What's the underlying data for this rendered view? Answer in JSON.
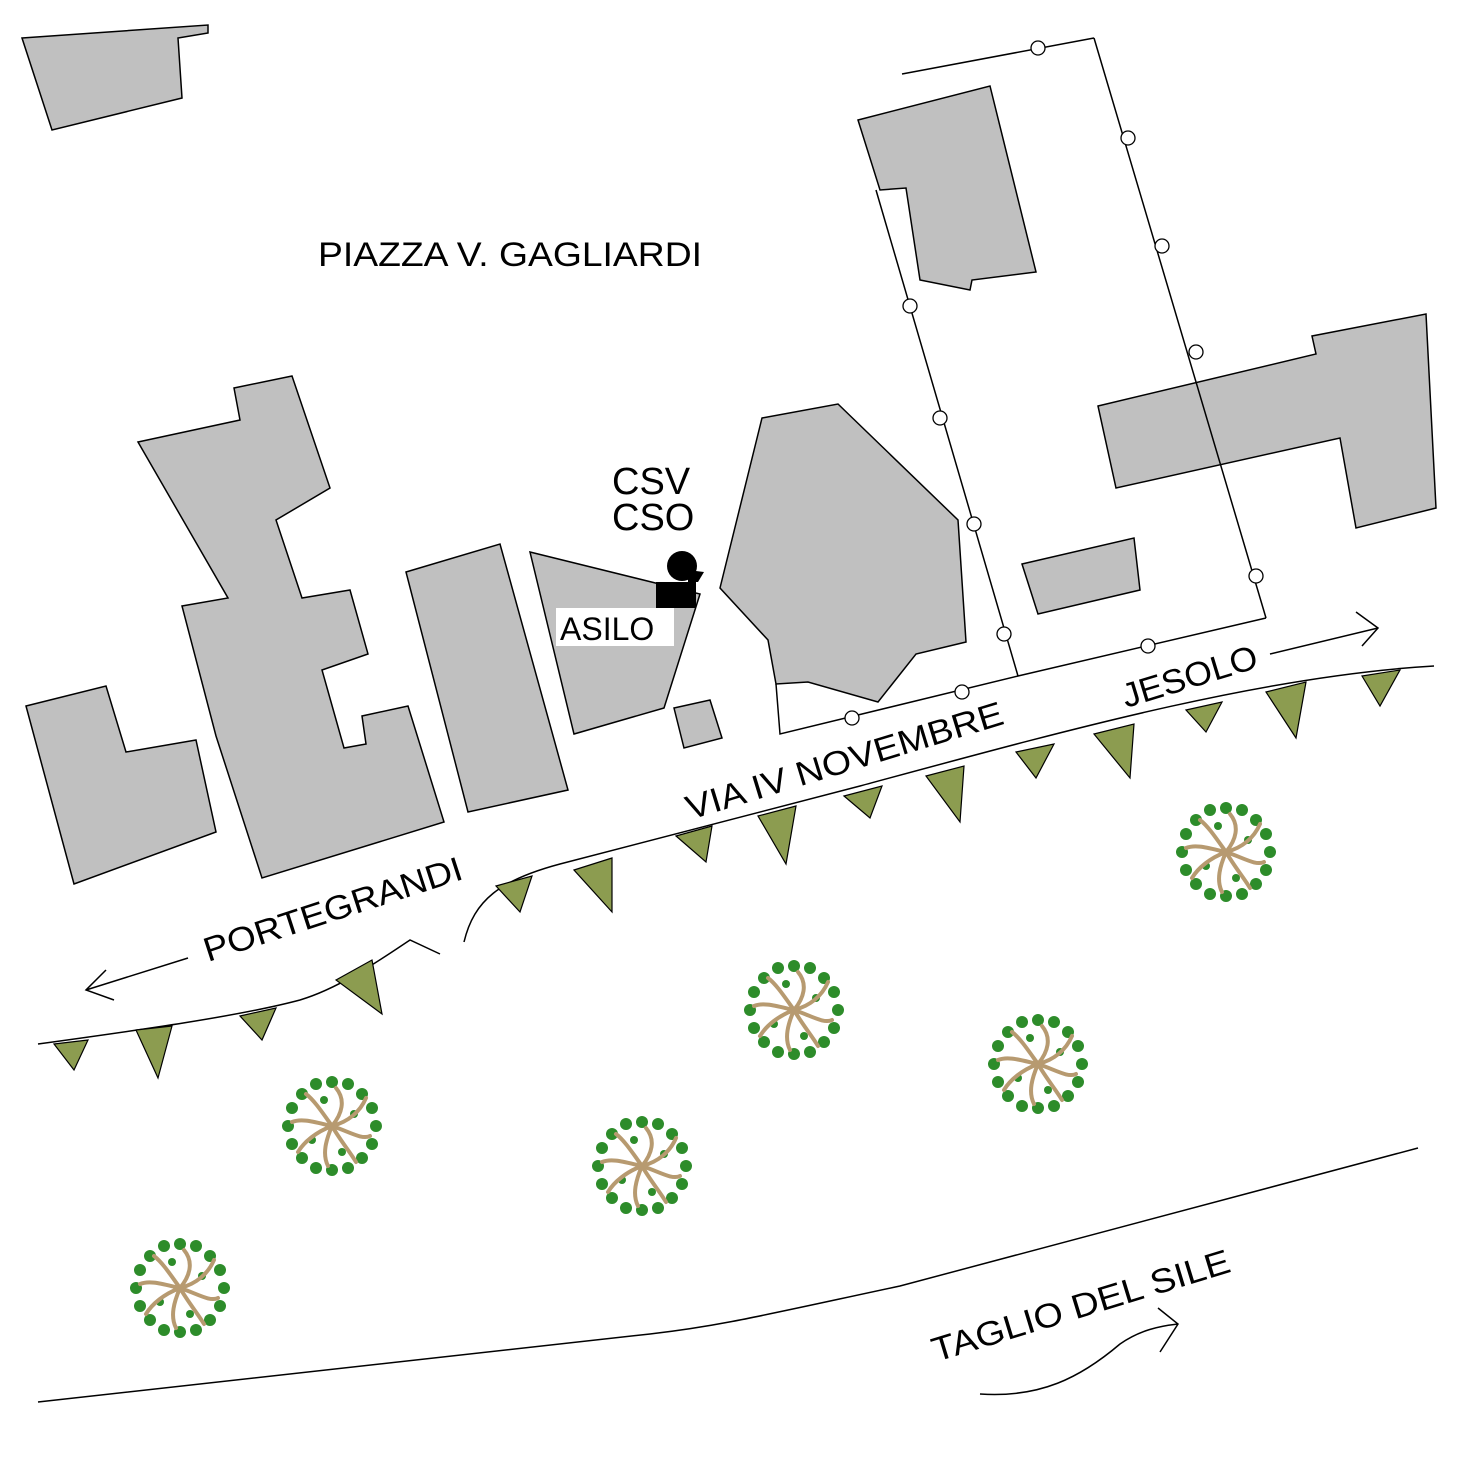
{
  "labels": {
    "piazza": "PIAZZA V. GAGLIARDI",
    "csv": "CSV",
    "cso": "CSO",
    "asilo": "ASILO",
    "via": "VIA IV NOVEMBRE",
    "portegrandi": "PORTEGRANDI",
    "jesolo": "JESOLO",
    "taglio": "TAGLIO DEL SILE"
  },
  "colors": {
    "building": "#c0c0c0",
    "hedge": "#8c9c50",
    "tree_foliage": "#2d8c2a",
    "tree_branches": "#b79a70",
    "marker": "#000000"
  },
  "icons": {
    "marker": "location-marker-icon",
    "tree": "tree-icon",
    "hedge": "hedge-triangle-icon",
    "arrow": "direction-arrow-icon"
  }
}
